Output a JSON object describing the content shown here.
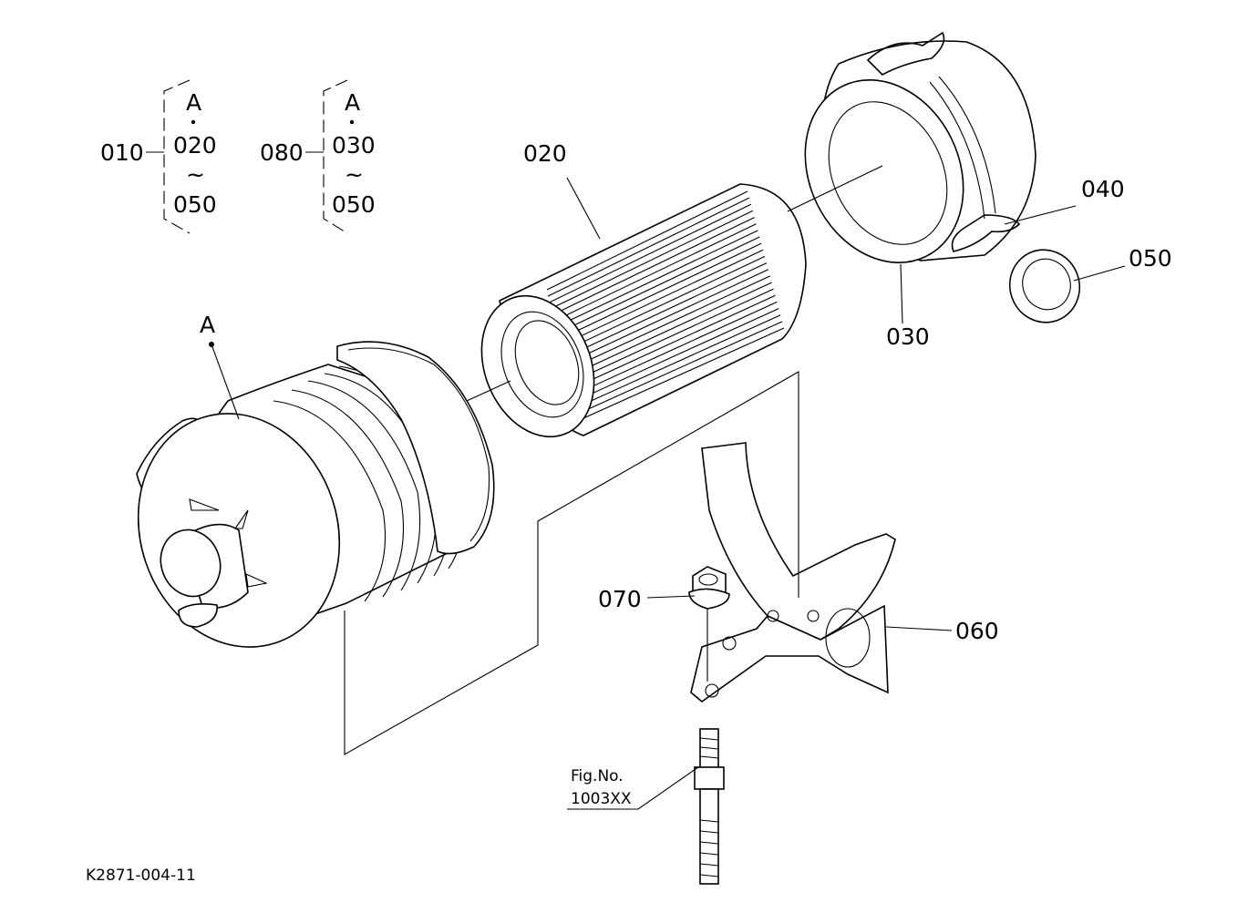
{
  "groups": [
    {
      "number": "010",
      "items": [
        "A",
        "020",
        "~",
        "050"
      ]
    },
    {
      "number": "080",
      "items": [
        "A",
        "030",
        "~",
        "050"
      ]
    }
  ],
  "parts": {
    "p020": "020",
    "p030": "030",
    "p040": "040",
    "p050": "050",
    "p060": "060",
    "p070": "070",
    "pA": "A"
  },
  "figref": {
    "line1": "Fig.No.",
    "line2": "1003XX"
  },
  "drawing_code": "K2871-004-11"
}
